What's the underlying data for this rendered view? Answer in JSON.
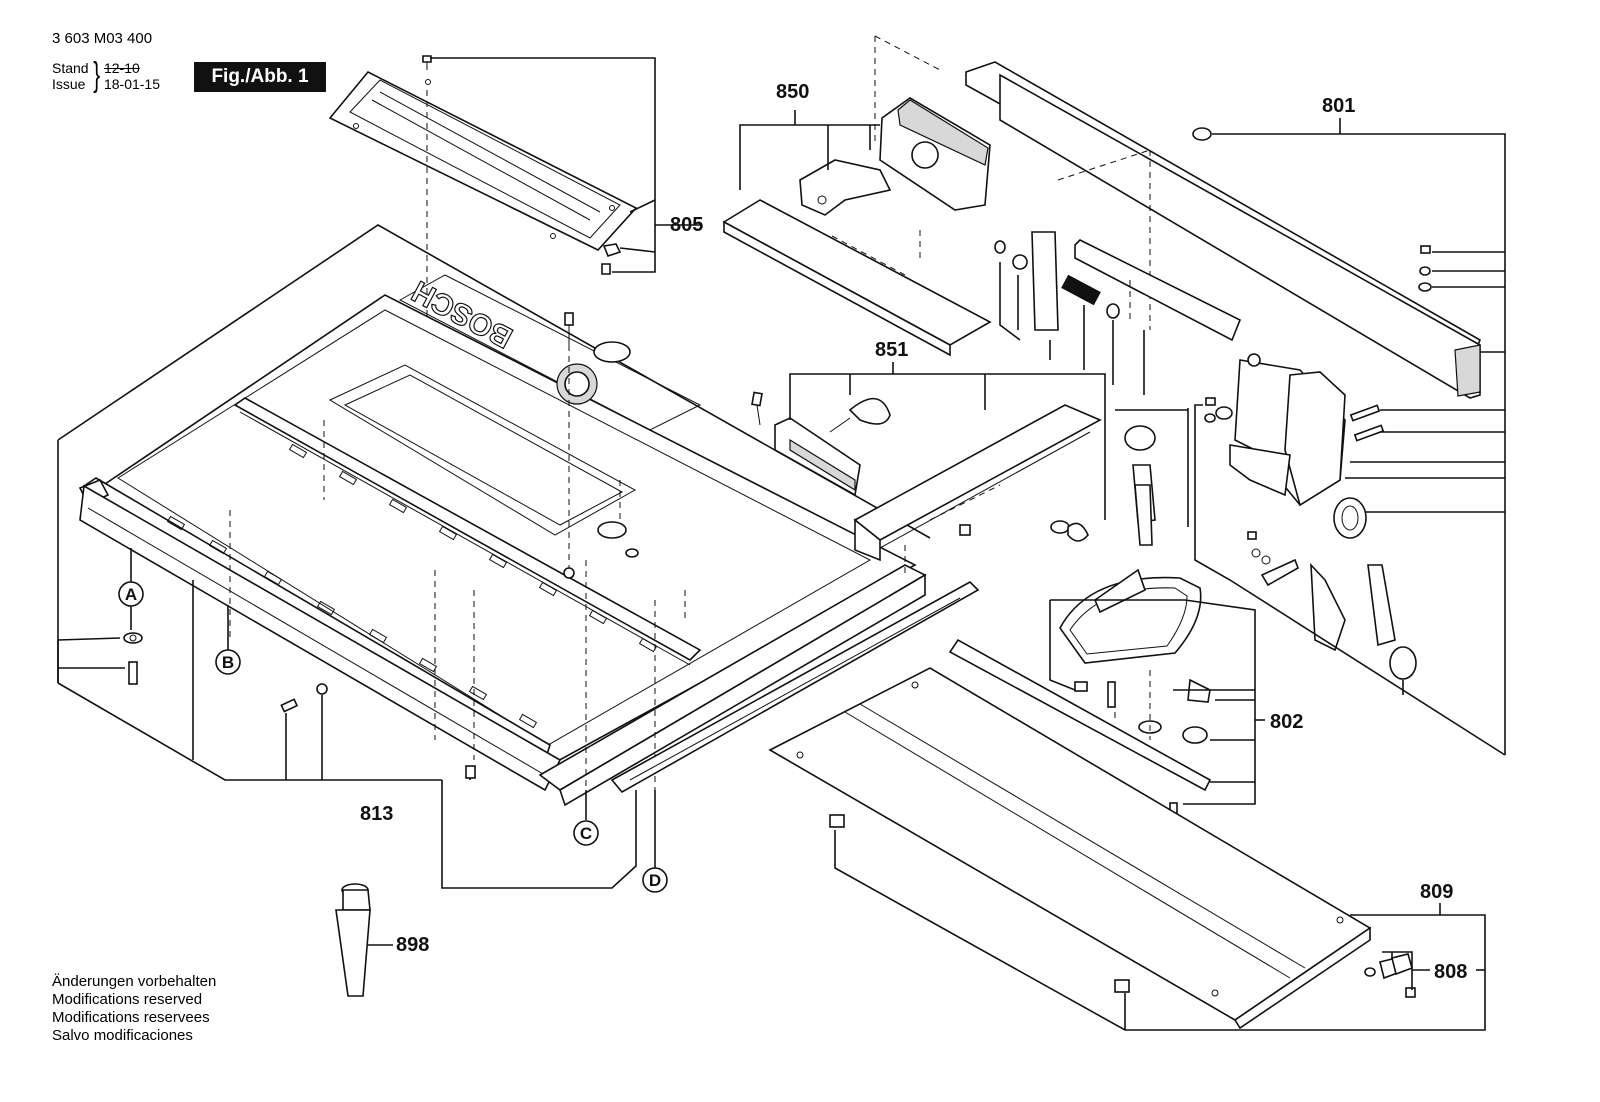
{
  "header": {
    "doc_number": "3 603 M03 400",
    "stand_label": "Stand",
    "issue_label": "Issue",
    "stand_old_date": "12-10",
    "issue_date": "18-01-15",
    "figure_label": "Fig./Abb. 1"
  },
  "disclaimer": [
    "Änderungen vorbehalten",
    "Modifications reserved",
    "Modifications reservees",
    "Salvo modificaciones"
  ],
  "logo_text": "BOSCH",
  "part_numbers": {
    "p850": "850",
    "p801": "801",
    "p805": "805",
    "p851": "851",
    "p802": "802",
    "p813": "813",
    "p809": "809",
    "p808": "808",
    "p898": "898"
  },
  "markers": {
    "a": "A",
    "b": "B",
    "c": "C",
    "d": "D"
  }
}
